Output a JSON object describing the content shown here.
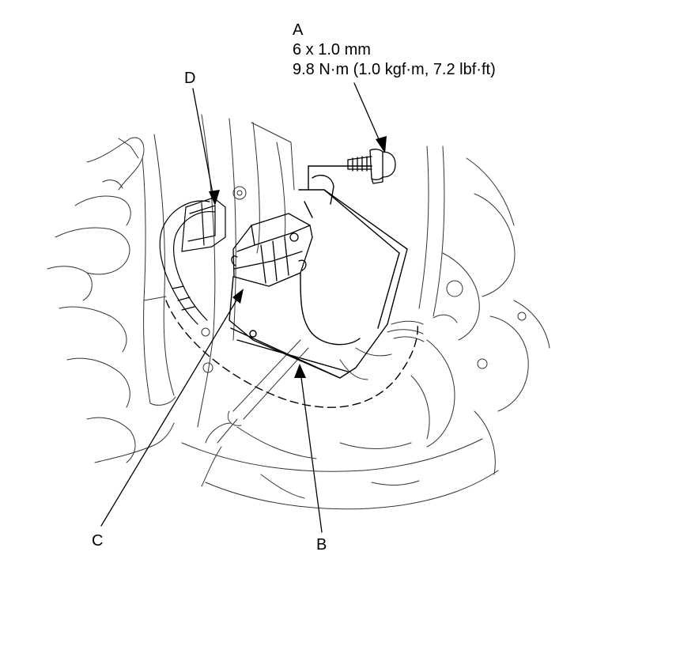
{
  "callouts": {
    "a": {
      "letter": "A",
      "size": "6 x 1.0 mm",
      "torque": "9.8 N·m (1.0 kgf·m, 7.2 lbf·ft)"
    },
    "b": {
      "letter": "B"
    },
    "c": {
      "letter": "C"
    },
    "d": {
      "letter": "D"
    }
  },
  "colors": {
    "ink": "#000000",
    "background": "#ffffff"
  }
}
